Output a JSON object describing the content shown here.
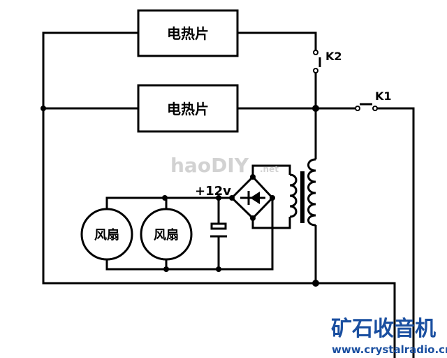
{
  "diagram": {
    "heater_top_label": "电热片",
    "heater_mid_label": "电热片",
    "switch_k2_label": "K2",
    "switch_k1_label": "K1",
    "voltage_label": "+12v",
    "fan1_label": "风扇",
    "fan2_label": "风扇"
  },
  "watermark": {
    "text": "haoDIY",
    "suffix": ".net"
  },
  "logo": {
    "title": "矿石收音机",
    "url": "www.crystalradio.cn",
    "color": "#1a4fa0"
  }
}
